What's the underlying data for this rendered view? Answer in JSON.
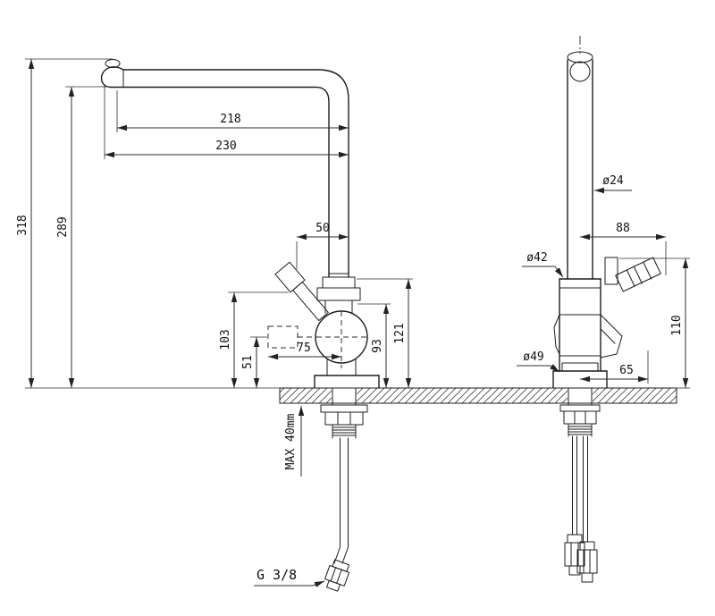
{
  "drawing": {
    "side": {
      "dims": {
        "spout_reach": "218",
        "spout_reach_outer": "230",
        "overall_height": "318",
        "spout_height": "289",
        "handle_clearance": "50",
        "handle_height": "103",
        "inlet_height": "51",
        "inlet_offset": "75",
        "body_top_height": "93",
        "column_height": "121",
        "max_deck_thickness": "MAX 40mm",
        "connection_thread": "G 3/8"
      }
    },
    "front": {
      "dims": {
        "pipe_diameter": "ø24",
        "handle_reach": "88",
        "body_diameter": "ø42",
        "base_diameter": "ø49",
        "handle_tip_offset": "65",
        "handle_top_height": "110"
      }
    }
  }
}
